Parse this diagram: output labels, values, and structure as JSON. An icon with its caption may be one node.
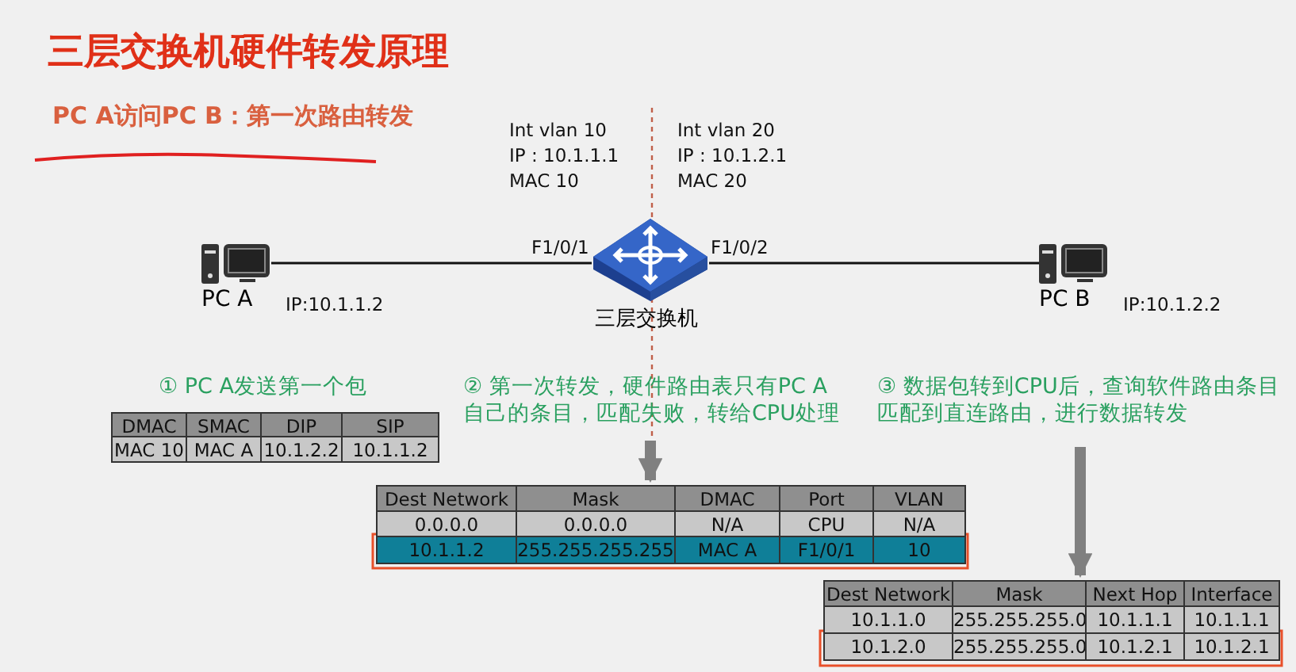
{
  "diagram": {
    "title": "三层交换机硬件转发原理",
    "nodes": [
      {
        "text": [
          "PC A"
        ],
        "beside": [
          "IP:10.1.1.2"
        ]
      },
      {
        "text": [
          "三层交换机"
        ]
      },
      {
        "text": [
          "PC B"
        ],
        "beside": [
          "IP:10.1.2.2"
        ]
      },
      {
        "text": [
          "① PC A发送第一个包"
        ]
      },
      {
        "text": [
          "DMAC",
          "SMAC",
          "DIP",
          "SIP",
          "MAC 10",
          "MAC A",
          "10.1.2.2",
          "10.1.1.2"
        ]
      },
      {
        "text": [
          "② 第一次转发，硬件路由表只有PC A自己的条目，匹配失败，转给CPU处理"
        ]
      },
      {
        "text": [
          "Dest Network",
          "Mask",
          "DMAC",
          "Port",
          "VLAN",
          "0.0.0.0",
          "0.0.0.0",
          "N/A",
          "CPU",
          "N/A",
          "10.1.1.2",
          "255.255.255.255",
          "MAC A",
          "F1/0/1",
          "10"
        ]
      },
      {
        "text": [
          "③ 数据包转到CPU后，查询软件路由条目匹配到直连路由，进行数据转发"
        ]
      },
      {
        "text": [
          "Dest Network",
          "Mask",
          "Next Hop",
          "Interface",
          "10.1.1.0",
          "255.255.255.0",
          "10.1.1.1",
          "10.1.1.1",
          "10.1.2.0",
          "255.255.255.0",
          "10.1.2.1",
          "10.1.2.1"
        ]
      }
    ],
    "edges": [
      {
        "from": 0,
        "to": 1,
        "arrow": "none",
        "label": "F1/0/1"
      },
      {
        "from": 1,
        "to": 2,
        "arrow": "none",
        "label": "F1/0/2"
      },
      {
        "from": 5,
        "to": 6,
        "arrow": "to",
        "style": "thick",
        "color": "#808080"
      },
      {
        "from": 7,
        "to": 8,
        "arrow": "to",
        "style": "thick",
        "color": "#808080"
      }
    ],
    "labels": [
      "PC A访问PC B：第一次路由转发",
      "Int vlan 10",
      "IP : 10.1.1.1",
      "MAC 10",
      "Int vlan 20",
      "IP : 10.1.2.1",
      "MAC 20"
    ]
  }
}
